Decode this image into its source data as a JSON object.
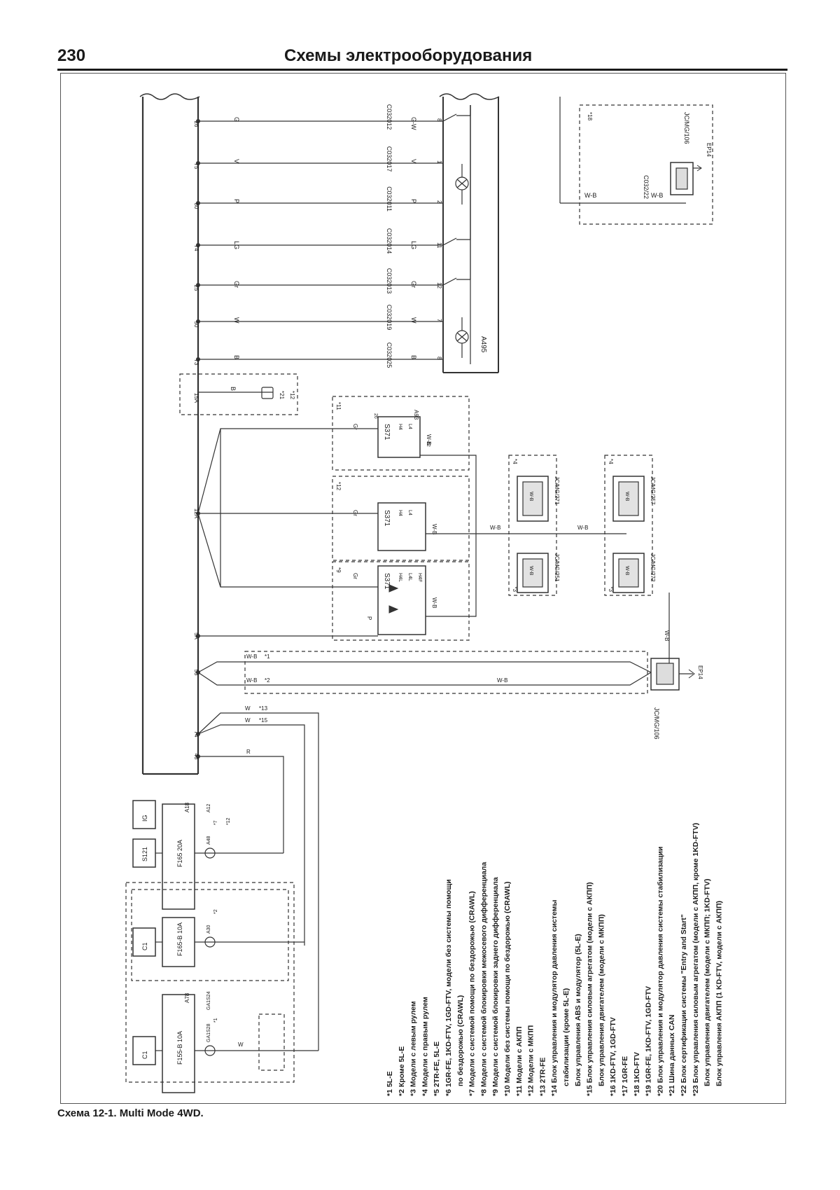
{
  "header": {
    "page_number": "230",
    "title": "Схемы электрооборудования"
  },
  "caption": "Схема 12-1. Multi Mode 4WD.",
  "ecu_block": {
    "pins": [
      {
        "num": "26",
        "wire": "G",
        "connector": "C032012",
        "term": "G-W",
        "tnum": "8"
      },
      {
        "num": "75",
        "wire": "V",
        "connector": "C032017",
        "term": "V",
        "tnum": "1"
      },
      {
        "num": "80",
        "wire": "P",
        "connector": "C032011",
        "term": "P",
        "tnum": "2"
      },
      {
        "num": "74",
        "wire": "LG",
        "connector": "C032014",
        "term": "LG",
        "tnum": "11"
      },
      {
        "num": "25",
        "wire": "Gr",
        "connector": "C032013",
        "term": "Gr",
        "tnum": "12"
      },
      {
        "num": "50",
        "wire": "W",
        "connector": "C032019",
        "term": "W",
        "tnum": "7"
      },
      {
        "num": "73",
        "wire": "B",
        "connector": "C032025",
        "term": "B",
        "tnum": "8"
      }
    ],
    "lower_pins": [
      "15A",
      "12A",
      "5A",
      "53",
      "74",
      "48"
    ]
  },
  "switch_module": {
    "name": "A495"
  },
  "box_15a": {
    "wire": "B",
    "marks": [
      "*21",
      "*12"
    ]
  },
  "switch_s371_top": {
    "name": "S371",
    "note": "*11",
    "conn": "A93",
    "wire_in": "Gr",
    "pin_in": "26",
    "wire_out": "W-B",
    "pin_out": "42",
    "labels": [
      "H4",
      "L4"
    ]
  },
  "switch_s371_mid": {
    "name": "S371",
    "note": "*12",
    "wire_in": "Gr",
    "wire_out": "W-B",
    "labels": [
      "H4",
      "L4"
    ]
  },
  "switch_s371_bot": {
    "name": "S371",
    "note": "*9",
    "wire_in": "Gr",
    "wire_in2": "P",
    "wire_out": "W-B",
    "labels": [
      "H4L",
      "L4L",
      "H4F"
    ]
  },
  "junction_a": {
    "top": "JC/MG/271",
    "bottom": "JC/MG/251",
    "note_top": "*4",
    "note_bottom": "*3",
    "wire": "W-B"
  },
  "junction_b": {
    "top": "JC/MG/257",
    "bottom": "JC/MG/272",
    "note_top": "*4",
    "note_bottom": "*3",
    "wire": "W-B"
  },
  "junction_c": {
    "name": "JC/MG/106",
    "ground": "EP14",
    "wire": "W-B"
  },
  "top_right_block": {
    "note": "*18",
    "name": "JC/MG/106",
    "ground": "EP14",
    "wire": "W-B",
    "connector": "C032/22"
  },
  "can_lines": [
    {
      "wire": "W-B",
      "mark": "*1"
    },
    {
      "wire": "W-B",
      "mark": "*2",
      "mid_label": "W-B"
    }
  ],
  "lower_wires": [
    {
      "wire": "W",
      "mark": "*13"
    },
    {
      "wire": "W",
      "mark": "*15"
    },
    {
      "wire": "R",
      "mark": ""
    }
  ],
  "fuses": [
    {
      "source": "S121",
      "source_tag": "IG",
      "fuse": "F165 20A",
      "block": "A18",
      "marks": [
        "*7",
        "*12"
      ],
      "labels": [
        "A48",
        "A12"
      ]
    },
    {
      "source": "C1",
      "fuse": "F165-B 10A",
      "block": "",
      "marks": [
        "*2"
      ],
      "labels": [
        "A30"
      ]
    },
    {
      "source": "C1",
      "fuse": "F155-B 10A",
      "block": "A78",
      "marks": [
        "*1"
      ],
      "labels": [
        "GA1S28",
        "GA1S24"
      ],
      "wire": "W"
    }
  ],
  "footnotes": [
    "*1 5L-E",
    "*2 Кроме 5L-E",
    "*3 Модели с левым рулем",
    "*4 Модели с правым рулем",
    "*5 2TR-FE, 5L-E",
    "*6 1GR-FE, 1KD-FTV, 1GD-FTV, модели без системы помощи",
    "по бездорожью (CRAWL)",
    "*7 Модели с системой помощи по бездорожью (CRAWL)",
    "*8 Модели с системой блокировки межосевого дифференциала",
    "*9 Модели с системой блокировки заднего дифференциала",
    "*10 Модели без системы помощи по бездорожью (CRAWL)",
    "*11 Модели с АКПП",
    "*12 Модели с МКПП",
    "*13 2TR-FE",
    "*14 Блок управления и модулятор давления системы",
    "стабилизации (кроме 5L-E)",
    "Блок управления ABS и модулятор (5L-E)",
    "*15 Блок управления силовым агрегатом (модели с АКПП)",
    "Блок управления двигателем (модели с МКПП)",
    "*16 1KD-FTV, 1GD-FTV",
    "*17 1GR-FE",
    "*18 1KD-FTV",
    "*19 1GR-FE, 1KD-FTV, 1GD-FTV",
    "*20 Блок управления и модулятор давления системы стабилизации",
    "*21 Шина данных CAN",
    "*22 Блок сертификации системы \"Entry and Start\"",
    "*23 Блок управления силовым агрегатом (модели с АКПП, кроме 1KD-FTV)",
    "Блок управления двигателем (модели с МКПП; 1KD-FTV)",
    "Блок управления АКПП (1 KD-FTV, модели с АКПП)"
  ]
}
